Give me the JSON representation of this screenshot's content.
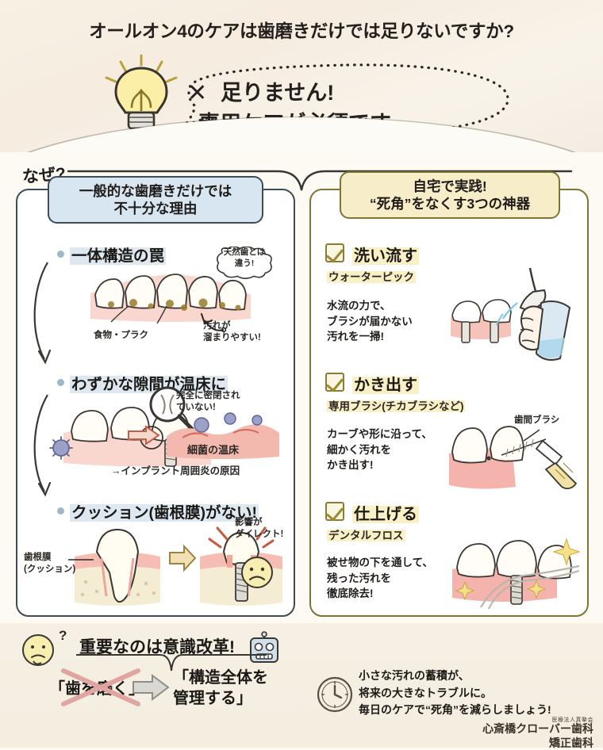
{
  "header": {
    "title": "オールオン4のケアは歯磨きだけでは足りないですか?",
    "x_mark": "✕",
    "answer_line1": "足りません!",
    "answer_line2": "専用ケアが必須です。",
    "bulb_icon": "lightbulb-icon"
  },
  "why_label": "なぜ?",
  "left_panel": {
    "heading_line1": "一般的な歯磨きだけでは",
    "heading_line2": "不十分な理由",
    "accent": "#3d4c55",
    "heading_bg": "#d7e6f1",
    "items": [
      {
        "title": "一体構造の罠",
        "thought_line1": "天然歯とは",
        "thought_line2": "違う!",
        "caption_a": "食物・プラク",
        "caption_b_line1": "汚れが",
        "caption_b_line2": "溜まりやすい!",
        "illustration": "teeth-bridge-plaque-illustration"
      },
      {
        "title": "わずかな隙間が温床に",
        "caption_a_line1": "完全に密閉され",
        "caption_a_line2": "ていない!",
        "caption_b": "細菌の温床",
        "caption_c": "→インプラント周囲炎の原因",
        "illustration": "implant-gap-bacteria-illustration"
      },
      {
        "title": "クッション(歯根膜)がない!",
        "caption_a_line1": "歯根膜",
        "caption_a_line2": "(クッション)",
        "caption_b_line1": "影響が",
        "caption_b_line2": "ダイレクト!",
        "illustration": "natural-tooth-vs-implant-illustration"
      }
    ]
  },
  "right_panel": {
    "heading_line1": "自宅で実践!",
    "heading_line2": "“死角”をなくす3つの神器",
    "accent": "#7e7434",
    "heading_bg": "#f7edc8",
    "items": [
      {
        "check": "checkbox-checked-icon",
        "title": "洗い流す",
        "subtitle": "ウォーターピック",
        "body_line1": "水流の力で、",
        "body_line2": "ブラシが届かない",
        "body_line3": "汚れを一掃!",
        "illustration": "waterpik-hand-illustration"
      },
      {
        "check": "checkbox-checked-icon",
        "title": "かき出す",
        "subtitle": "専用ブラシ(チカブラシなど)",
        "body_line1": "カーブや形に沿って、",
        "body_line2": "細かく汚れを",
        "body_line3": "かき出す!",
        "note": "歯間ブラシ",
        "illustration": "interdental-brush-illustration"
      },
      {
        "check": "checkbox-checked-icon",
        "title": "仕上げる",
        "subtitle": "デンタルフロス",
        "body_line1": "被せ物の下を通して、",
        "body_line2": "残った汚れを",
        "body_line3": "徹底除去!",
        "illustration": "dental-floss-implant-illustration"
      }
    ]
  },
  "footer": {
    "thinking_face_icon": "thinking-face-icon",
    "question_mark": "?",
    "robot_icon": "robot-icon",
    "heading": "重要なのは意識改革!",
    "before": "「歯を磨く」",
    "arrow_icon": "right-arrow-icon",
    "after_line1": "「構造全体を",
    "after_line2": "管理する」",
    "clock_icon": "clock-icon",
    "note_line1": "小さな汚れの蓄積が、",
    "note_line2": "将来の大きなトラブルに。",
    "note_line3": "毎日のケアで“死角”を減らしましょう!",
    "clinic_small": "医療法人真摯会",
    "clinic_line1": "心斎橋クローバー歯科",
    "clinic_line2": "矯正歯科"
  }
}
